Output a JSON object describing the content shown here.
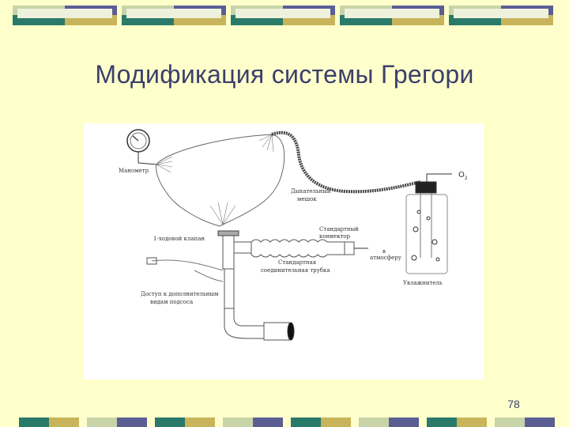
{
  "slide": {
    "title": "Модификация  системы Грегори",
    "page_number": "78"
  },
  "diagram": {
    "labels": {
      "manometer": "Манометр",
      "reservoir_bag_line1": "Дыхательный",
      "reservoir_bag_line2": "мешок",
      "valve": "1-ходовой клапан",
      "connector_line1": "Стандартный",
      "connector_line2": "коннектор",
      "tube_line1": "Стандартная",
      "tube_line2": "соединительная трубка",
      "to_atmosphere_line1": "в",
      "to_atmosphere_line2": "атмосферу",
      "humidifier": "Увлажнитель",
      "oxygen": "О",
      "oxygen_sub": "2",
      "access_line1": "Доступ к дополнительным",
      "access_line2": "видам подсоса"
    }
  },
  "colors": {
    "title": "#3a3f6b",
    "background": "#ffffcc",
    "deco_navy": "#5b5e93",
    "deco_teal": "#2a7a6a",
    "deco_olive": "#c8b45a",
    "deco_light": "#c8d4a8"
  }
}
